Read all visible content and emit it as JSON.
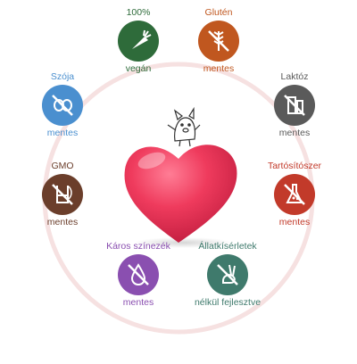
{
  "badges": [
    {
      "id": "vegan",
      "top": "100%",
      "bottom": "vegán",
      "color": "#2e6b3a",
      "icon": "carrot-icon"
    },
    {
      "id": "gluten",
      "top": "Glutén",
      "bottom": "mentes",
      "color": "#c0571f",
      "icon": "wheat-crossed-icon"
    },
    {
      "id": "laktoz",
      "top": "Laktóz",
      "bottom": "mentes",
      "color": "#5a5a5a",
      "icon": "milk-crossed-icon"
    },
    {
      "id": "tartosito",
      "top": "Tartósítószer",
      "bottom": "mentes",
      "color": "#c23a2a",
      "icon": "flask-crossed-icon"
    },
    {
      "id": "allatkiserlet",
      "top": "Állatkísérletek",
      "bottom": "nélkül fejlesztve",
      "color": "#3f7a6c",
      "icon": "rabbit-crossed-icon"
    },
    {
      "id": "szinezek",
      "top": "Káros színezék",
      "bottom": "mentes",
      "color": "#8a4fb0",
      "icon": "drop-crossed-icon"
    },
    {
      "id": "gmo",
      "top": "GMO",
      "bottom": "mentes",
      "color": "#6b3e2b",
      "icon": "beaker-crossed-icon"
    },
    {
      "id": "szoja",
      "top": "Szója",
      "bottom": "mentes",
      "color": "#4a8fcf",
      "icon": "soy-crossed-icon"
    }
  ],
  "colors": {
    "ring": "#f6e1e1",
    "heart": "#ef3b5d",
    "heart_dark": "#c91f42"
  }
}
